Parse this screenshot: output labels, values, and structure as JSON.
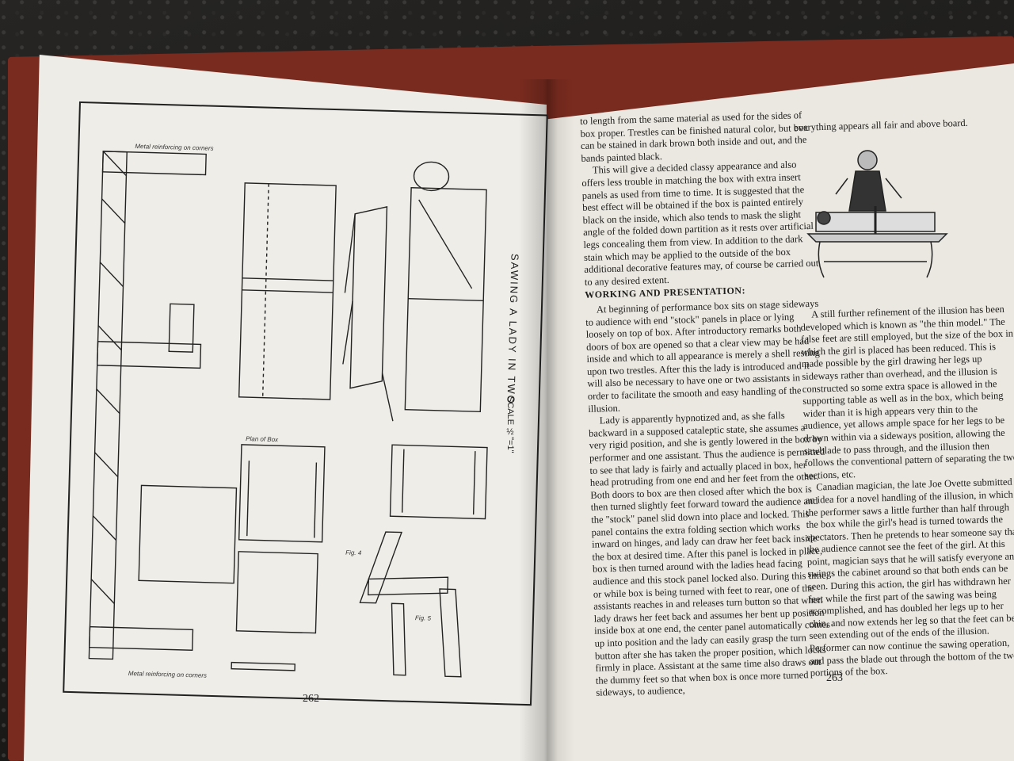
{
  "left_page": {
    "plan_title": "SAWING A LADY IN TWO",
    "scale_label": "SCALE ½\"=1\"",
    "page_number": "262"
  },
  "right_page": {
    "page_number": "263",
    "col1": {
      "para1": "to length from the same material as used for the sides of box proper. Trestles can be finished natural color, but box can be stained in dark brown both inside and out, and the bands painted black.",
      "para2": "This will give a decided classy appearance and also offers less trouble in matching the box with extra insert panels as used from time to time. It is suggested that the best effect will be obtained if the box is painted entirely black on the inside, which also tends to mask the slight angle of the folded down partition as it rests over artificial legs concealing them from view. In addition to the dark stain which may be applied to the outside of the box additional decorative features may, of course be carried out to any desired extent.",
      "heading": "WORKING AND PRESENTATION:",
      "para3": "At beginning of performance box sits on stage sideways to audience with end \"stock\" panels in place or lying loosely on top of box. After introductory remarks both doors of box are opened so that a clear view may be had inside and which to all appearance is merely a shell resting upon two trestles. After this the lady is introduced and it will also be necessary to have one or two assistants in order to facilitate the smooth and easy handling of the illusion.",
      "para4": "Lady is apparently hypnotized and, as she falls backward in a supposed cataleptic state, she assumes a very rigid position, and she is gently lowered in the box by performer and one assistant. Thus the audience is permitted to see that lady is fairly and actually placed in box, her head protruding from one end and her feet from the other. Both doors to box are then closed after which the box is then turned slightly feet forward toward the audience and the \"stock\" panel slid down into place and locked. This panel contains the extra folding section which works inward on hinges, and lady can draw her feet back inside the box at desired time. After this panel is locked in place, box is then turned around with the ladies head facing audience and this stock panel locked also. During this time, or while box is being turned with feet to rear, one of the assistants reaches in and releases turn button so that when lady draws her feet back and assumes her bent up position inside box at one end, the center panel automatically comes up into position and the lady can easily grasp the turn button after she has taken the proper position, which locks firmly in place. Assistant at the same time also draws out the dummy feet so that when box is once more turned sideways, to audience,"
    },
    "col2": {
      "intro": "everything appears all fair and above board.",
      "para1": "A still further refinement of the illusion has been developed which is known as \"the thin model.\" The false feet are still employed, but the size of the box in which the girl is placed has been reduced. This is made possible by the girl drawing her legs up sideways rather than overhead, and the illusion is constructed so some extra space is allowed in the supporting table as well as in the box, which being wider than it is high appears very thin to the audience, yet allows ample space for her legs to be drawn within via a sideways position, allowing the sawblade to pass through, and the illusion then follows the conventional pattern of separating the two sections, etc.",
      "para2": "Canadian magician, the late Joe Ovette submitted an idea for a novel handling of the illusion, in which the performer saws a little further than half through the box while the girl's head is turned towards the spectators. Then he pretends to hear someone say that the audience cannot see the feet of the girl. At this point, magician says that he will satisfy everyone and swings the cabinet around so that both ends can be seen. During this action, the girl has withdrawn her feet while the first part of the sawing was being accomplished, and has doubled her legs up to her chin, and now extends her leg so that the feet can be seen extending out of the ends of the illusion. Performer can now continue the sawing operation, and pass the blade out through the bottom of the two portions of the box."
    }
  }
}
